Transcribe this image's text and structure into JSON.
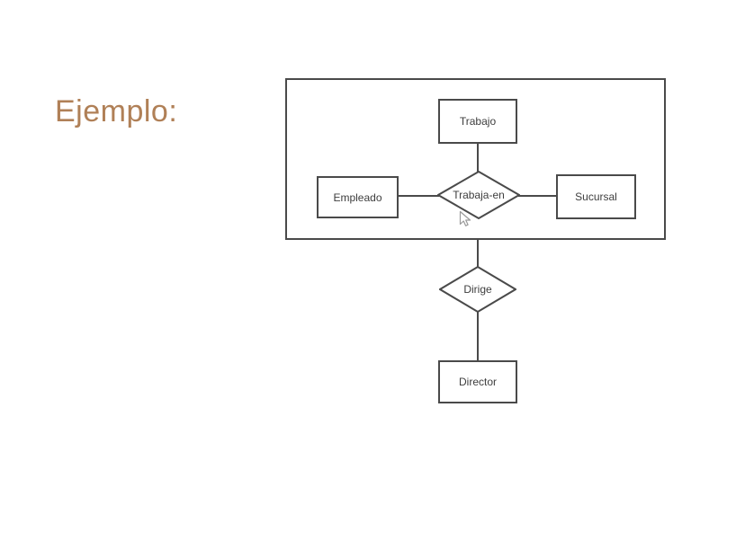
{
  "slide": {
    "title": "Ejemplo:"
  },
  "colors": {
    "title_text": "#b08057",
    "diagram_stroke": "#4a4a4a",
    "diagram_label_text": "#3e3e3e",
    "background": "#ffffff"
  },
  "diagram": {
    "type": "entity-relationship",
    "entities": [
      {
        "id": "trabajo",
        "label": "Trabajo"
      },
      {
        "id": "empleado",
        "label": "Empleado"
      },
      {
        "id": "sucursal",
        "label": "Sucursal"
      },
      {
        "id": "director",
        "label": "Director"
      }
    ],
    "relationships": [
      {
        "id": "trabaja-en",
        "label": "Trabaja-en",
        "shape": "diamond",
        "connects": [
          "Empleado",
          "Trabajo",
          "Sucursal"
        ]
      },
      {
        "id": "dirige",
        "label": "Dirige",
        "shape": "diamond",
        "connects": [
          "aggregation-boundary",
          "Director"
        ]
      }
    ],
    "aggregation_boundary_contains": [
      "Trabajo",
      "Empleado",
      "Trabaja-en",
      "Sucursal"
    ]
  }
}
